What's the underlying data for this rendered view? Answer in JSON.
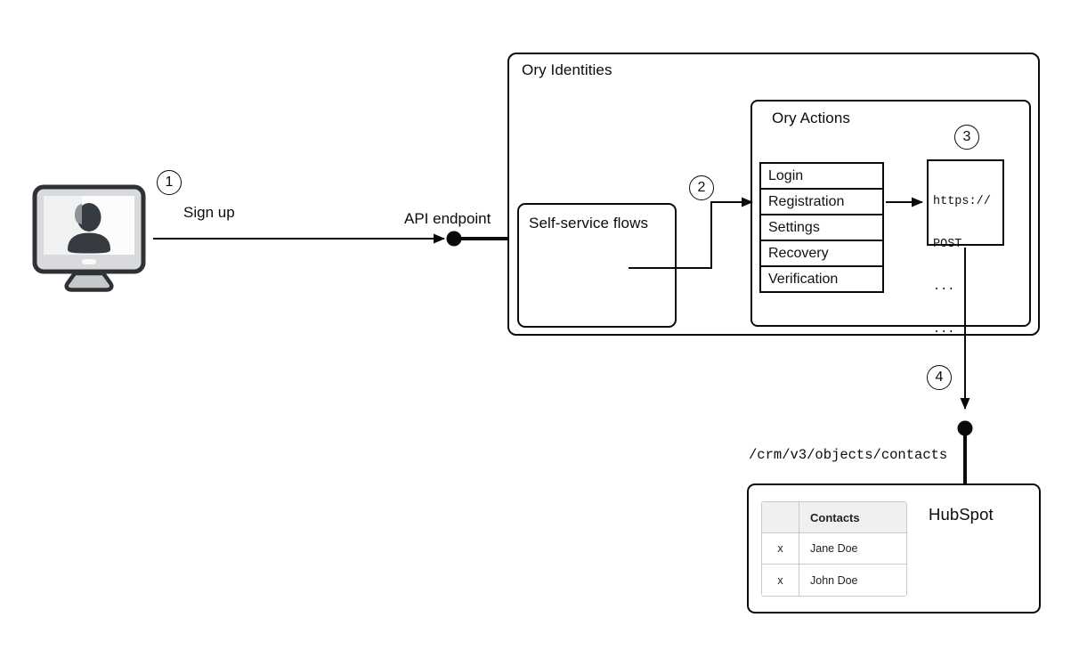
{
  "diagram": {
    "title_hint": "Sign-up flow from user through Ory Identities webhook into HubSpot",
    "colors": {
      "line": "#0b0b0b",
      "box_border": "#0b0b0b",
      "background": "#ffffff",
      "table_border": "#c9c9c9",
      "table_header_bg": "#f0f0f0",
      "icon_outline": "#2e3237",
      "icon_bezel": "#d9dadc",
      "icon_silhouette": "#363b42"
    },
    "actor": {
      "icon": "user-computer-icon"
    },
    "steps": {
      "s1": {
        "num": "1",
        "label": "Sign up"
      },
      "s2": {
        "num": "2"
      },
      "s3": {
        "num": "3"
      },
      "s4": {
        "num": "4"
      }
    },
    "api_endpoint_label": "API endpoint",
    "ory_identities": {
      "title": "Ory Identities",
      "self_service": {
        "title": "Self-service flows"
      },
      "ory_actions": {
        "title": "Ory Actions",
        "flows": [
          "Login",
          "Registration",
          "Settings",
          "Recovery",
          "Verification"
        ],
        "webhook_code": [
          "https://",
          "POST",
          "...",
          "..."
        ]
      }
    },
    "crm_path": "/crm/v3/objects/contacts",
    "hubspot": {
      "title": "HubSpot",
      "table": {
        "headers": [
          "",
          "Contacts"
        ],
        "rows": [
          [
            "x",
            "Jane Doe"
          ],
          [
            "x",
            "John Doe"
          ]
        ]
      }
    }
  }
}
